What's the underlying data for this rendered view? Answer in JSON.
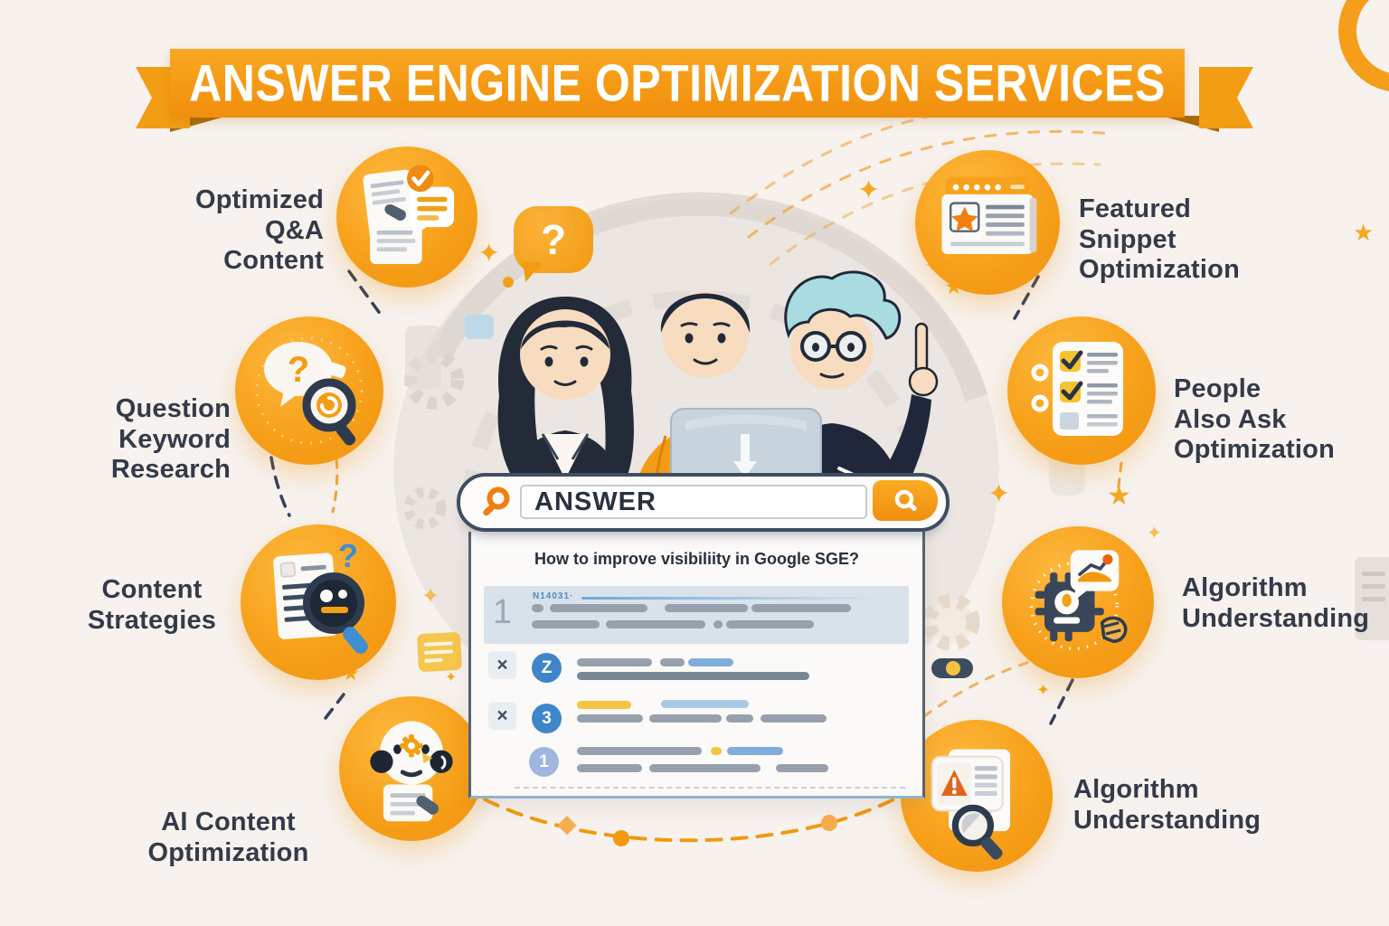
{
  "banner": {
    "title": "ANSWER ENGINE OPTIMIZATION SERVICES"
  },
  "services": [
    {
      "id": "optimized-qa-content",
      "label": "Optimized\nQ&A\nContent",
      "icon": "qa-chat-check-icon"
    },
    {
      "id": "question-keyword-research",
      "label": "Question\nKeyword\nResearch",
      "icon": "question-bubble-magnifier-icon"
    },
    {
      "id": "content-strategies",
      "label": "Content\nStrategies",
      "icon": "document-magnifier-icon"
    },
    {
      "id": "ai-content-optimization",
      "label": "AI Content\nOptimization",
      "icon": "robot-content-icon"
    },
    {
      "id": "featured-snippet-optimization",
      "label": "Featured\nSnippet\nOptimization",
      "icon": "snippet-card-star-icon"
    },
    {
      "id": "people-also-ask-optimization",
      "label": "People\nAlso Ask\nOptimization",
      "icon": "checklist-icon"
    },
    {
      "id": "algorithm-understanding",
      "label": "Algorithm\nUnderstanding",
      "icon": "chip-chart-bubble-icon"
    },
    {
      "id": "algorithm-understanding-2",
      "label": "Algorithm\nUnderstanding",
      "icon": "warning-doc-magnifier-icon"
    }
  ],
  "glyphs": {
    "question_mark": "?",
    "close": "×"
  },
  "center": {
    "question_bubble": "?",
    "search_bar": {
      "query": "ANSWER"
    },
    "results_panel": {
      "question": "How to improve visibiliity in Google SGE?",
      "featured_snippet": {
        "rank": "1",
        "source_tag": "N14031·"
      },
      "results": [
        {
          "badge": "Z",
          "close": "×"
        },
        {
          "badge": "3",
          "close": "×"
        },
        {
          "badge": "1",
          "close": ""
        }
      ]
    }
  },
  "colors": {
    "accent_orange": "#F59B1D",
    "deep_navy": "#2E3B4E",
    "link_blue": "#3E86C9",
    "highlight_yellow": "#F6C64B",
    "background": "#F7F2EE"
  }
}
